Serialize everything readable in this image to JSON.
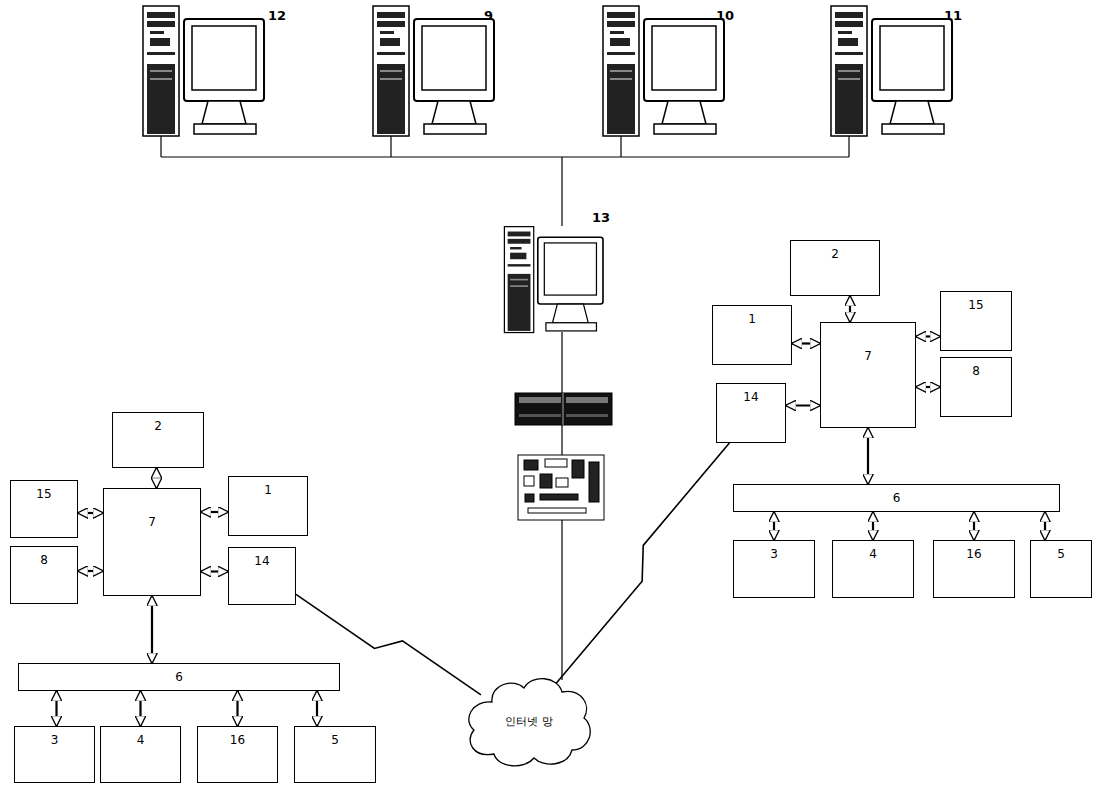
{
  "diagram": {
    "nodes": [
      {
        "text": [
          "2"
        ]
      },
      {
        "text": [
          "1"
        ]
      },
      {
        "text": [
          "7"
        ]
      },
      {
        "text": [
          "15"
        ]
      },
      {
        "text": [
          "14"
        ]
      },
      {
        "text": [
          "8"
        ]
      },
      {
        "text": [
          "6"
        ]
      },
      {
        "text": [
          "3"
        ]
      },
      {
        "text": [
          "4"
        ]
      },
      {
        "text": [
          "16"
        ]
      },
      {
        "text": [
          "5"
        ]
      },
      {
        "text": [
          "2"
        ]
      },
      {
        "text": [
          "15"
        ]
      },
      {
        "text": [
          "7"
        ]
      },
      {
        "text": [
          "1"
        ]
      },
      {
        "text": [
          "8"
        ]
      },
      {
        "text": [
          "14"
        ]
      },
      {
        "text": [
          "6"
        ]
      },
      {
        "text": [
          "3"
        ]
      },
      {
        "text": [
          "4"
        ]
      },
      {
        "text": [
          "16"
        ]
      },
      {
        "text": [
          "5"
        ]
      },
      {
        "text": [
          "인터넷 망"
        ]
      }
    ],
    "edges": [
      {
        "from": 2,
        "to": 0,
        "arrow": "both"
      },
      {
        "from": 2,
        "to": 1,
        "arrow": "both"
      },
      {
        "from": 2,
        "to": 3,
        "arrow": "both"
      },
      {
        "from": 2,
        "to": 4,
        "arrow": "both"
      },
      {
        "from": 2,
        "to": 5,
        "arrow": "both"
      },
      {
        "from": 2,
        "to": 6,
        "arrow": "both"
      },
      {
        "from": 6,
        "to": 7,
        "arrow": "both"
      },
      {
        "from": 6,
        "to": 8,
        "arrow": "both"
      },
      {
        "from": 6,
        "to": 9,
        "arrow": "both"
      },
      {
        "from": 6,
        "to": 10,
        "arrow": "both"
      },
      {
        "from": 13,
        "to": 11,
        "arrow": "both"
      },
      {
        "from": 13,
        "to": 12,
        "arrow": "both"
      },
      {
        "from": 13,
        "to": 14,
        "arrow": "both"
      },
      {
        "from": 13,
        "to": 15,
        "arrow": "both"
      },
      {
        "from": 13,
        "to": 16,
        "arrow": "both"
      },
      {
        "from": 13,
        "to": 17,
        "arrow": "both"
      },
      {
        "from": 17,
        "to": 18,
        "arrow": "both"
      },
      {
        "from": 17,
        "to": 19,
        "arrow": "both"
      },
      {
        "from": 17,
        "to": 20,
        "arrow": "both"
      },
      {
        "from": 17,
        "to": 21,
        "arrow": "both"
      },
      {
        "from": 16,
        "to": 22,
        "arrow": "none"
      },
      {
        "from": 4,
        "to": 22,
        "arrow": "none"
      }
    ],
    "labels": [
      "12",
      "9",
      "10",
      "11",
      "13"
    ]
  }
}
